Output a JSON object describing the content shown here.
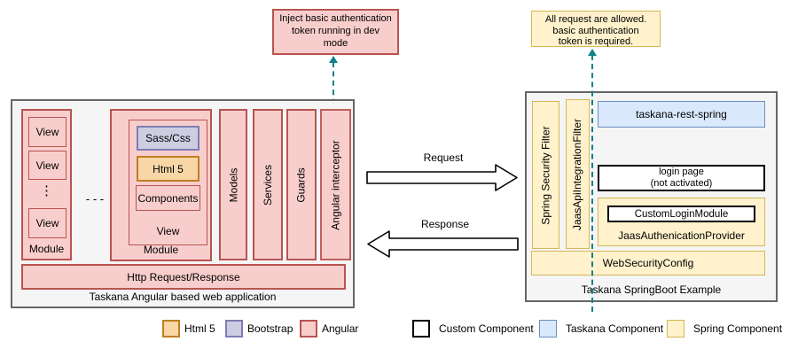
{
  "diagram": {
    "notes": {
      "left_lines": [
        "Inject basic authentication",
        "token running in dev",
        "mode"
      ],
      "right_lines": [
        "All request are allowed.",
        "basic authentication",
        "token is required."
      ]
    },
    "angular_app": {
      "title": "Taskana Angular based web application",
      "module1": {
        "label": "Module",
        "views": [
          "View",
          "View",
          "View"
        ],
        "ellipsis": "⋮"
      },
      "separator": "- - -",
      "module2": {
        "label": "Module",
        "view": {
          "label": "View",
          "sass": "Sass/Css",
          "html5": "Html 5",
          "components": "Components"
        }
      },
      "columns": [
        "Models",
        "Services",
        "Guards",
        "Angular interceptor"
      ],
      "http_bar": "Http Request/Response"
    },
    "flow": {
      "request": "Request",
      "response": "Response"
    },
    "springboot": {
      "title": "Taskana SpringBoot Example",
      "filters": [
        "Spring Security Filter",
        "JaasApiIntegrationFilter"
      ],
      "taskana_rest": "taskana-rest-spring",
      "login_page": [
        "login page",
        "(not activated)"
      ],
      "custom_login_module": "CustomLoginModule",
      "jaas_provider": "JaasAuthenicationProvider",
      "web_security_config": "WebSecurityConfig"
    },
    "legend": {
      "html5": "Html 5",
      "bootstrap": "Bootstrap",
      "angular": "Angular",
      "custom": "Custom Component",
      "taskana": "Taskana Component",
      "spring": "Spring Component"
    },
    "colors": {
      "angular_fill": "#f8cecc",
      "angular_border": "#b85450",
      "html5_fill": "#f8d6a5",
      "html5_border": "#bf7e23",
      "bootstrap_fill": "#cdcde2",
      "bootstrap_border": "#7d7db5",
      "taskana_fill": "#dae8fc",
      "taskana_border": "#6c8ebf",
      "spring_fill": "#fff2cc",
      "spring_border": "#d6b656",
      "container_fill": "#f5f5f5",
      "container_border": "#666666",
      "dashed_arrow": "#12808c"
    }
  }
}
